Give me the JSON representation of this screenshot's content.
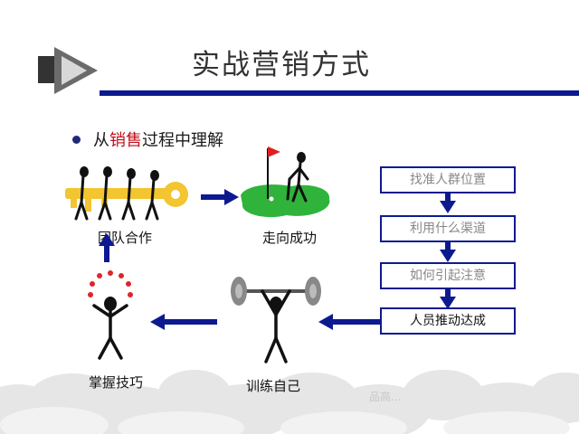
{
  "slide": {
    "title": "实战营销方式",
    "bullet": {
      "prefix": "从",
      "highlight": "销售",
      "suffix": "过程中理解"
    },
    "captions": {
      "team": "团队合作",
      "success": "走向成功",
      "skills": "掌握技巧",
      "training": "训练自己"
    },
    "steps": [
      {
        "label": "找准人群位置"
      },
      {
        "label": "利用什么渠道"
      },
      {
        "label": "如何引起注意"
      },
      {
        "label": "人员推动达成"
      }
    ],
    "watermark": "品高..."
  },
  "colors": {
    "rule": "#0d1a8f",
    "accent": "#c0101a",
    "arrow": "#0d1a8f",
    "key": "#f2c531",
    "grass": "#2fb33a",
    "flag": "#e02020",
    "ball": "#e0242b"
  },
  "icons": {
    "logo": "play-triangle-icon",
    "team": "team-key-figures-icon",
    "success": "golfer-green-flag-icon",
    "skills": "juggler-icon",
    "training": "weightlifter-icon"
  }
}
